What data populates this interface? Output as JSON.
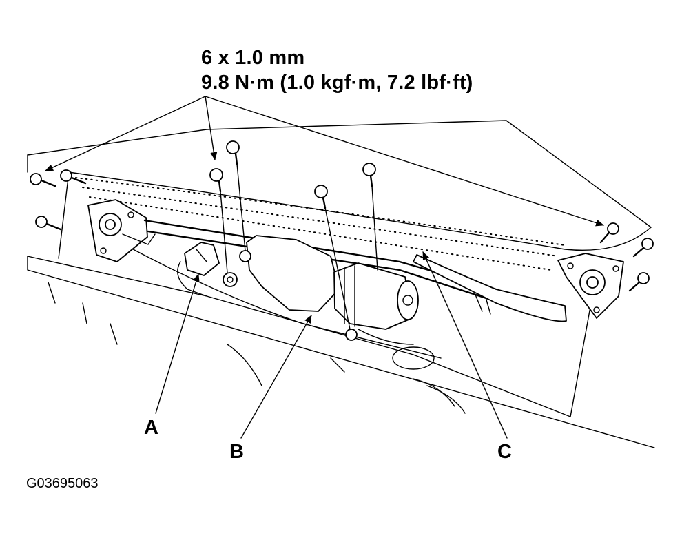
{
  "fastener_spec": {
    "size": "6 x 1.0 mm",
    "torque": "9.8 N·m (1.0 kgf·m, 7.2 lbf·ft)"
  },
  "callouts": {
    "a": "A",
    "b": "B",
    "c": "C"
  },
  "figure_id": "G03695063"
}
